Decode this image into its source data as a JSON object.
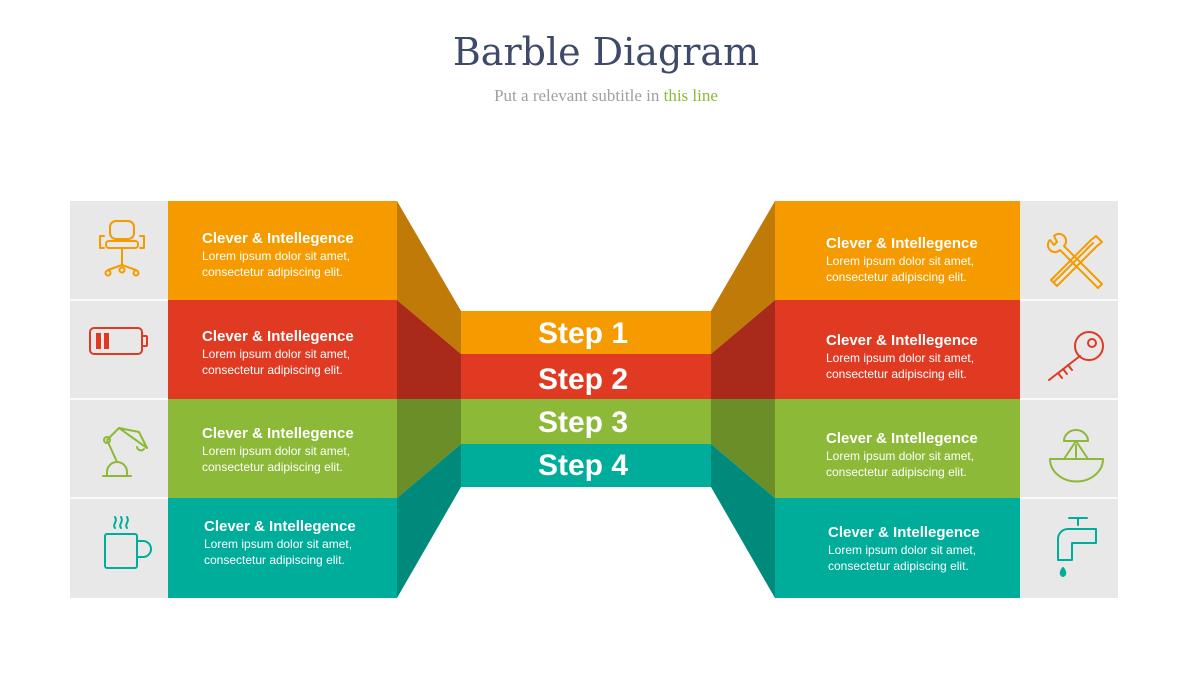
{
  "header": {
    "title": "Barble Diagram",
    "subtitle_main": "Put a relevant subtitle in ",
    "subtitle_highlight": "this line"
  },
  "colors": {
    "orange": "#f59b00",
    "red": "#e03a22",
    "green": "#8cb937",
    "teal": "#00ad9a",
    "gray_panel": "#e8e8e8",
    "title": "#3e4a6a"
  },
  "steps": [
    "Step 1",
    "Step 2",
    "Step 3",
    "Step 4"
  ],
  "left_cards": [
    {
      "title": "Clever & Intellegence",
      "line1": "Lorem ipsum dolor sit amet,",
      "line2": "consectetur adipiscing elit.",
      "icon": "office-chair-icon"
    },
    {
      "title": "Clever & Intellegence",
      "line1": "Lorem ipsum dolor sit amet,",
      "line2": "consectetur adipiscing elit.",
      "icon": "battery-icon"
    },
    {
      "title": "Clever & Intellegence",
      "line1": "Lorem ipsum dolor sit amet,",
      "line2": "consectetur adipiscing elit.",
      "icon": "desk-lamp-icon"
    },
    {
      "title": "Clever & Intellegence",
      "line1": "Lorem ipsum dolor sit amet,",
      "line2": "consectetur adipiscing elit.",
      "icon": "coffee-mug-icon"
    }
  ],
  "right_cards": [
    {
      "title": "Clever & Intellegence",
      "line1": "Lorem ipsum dolor sit amet,",
      "line2": "consectetur adipiscing elit.",
      "icon": "tools-icon"
    },
    {
      "title": "Clever & Intellegence",
      "line1": "Lorem ipsum dolor sit amet,",
      "line2": "consectetur adipiscing elit.",
      "icon": "key-icon"
    },
    {
      "title": "Clever & Intellegence",
      "line1": "Lorem ipsum dolor sit amet,",
      "line2": "consectetur adipiscing elit.",
      "icon": "juicer-icon"
    },
    {
      "title": "Clever & Intellegence",
      "line1": "Lorem ipsum dolor sit amet,",
      "line2": "consectetur adipiscing elit.",
      "icon": "water-tap-icon"
    }
  ]
}
